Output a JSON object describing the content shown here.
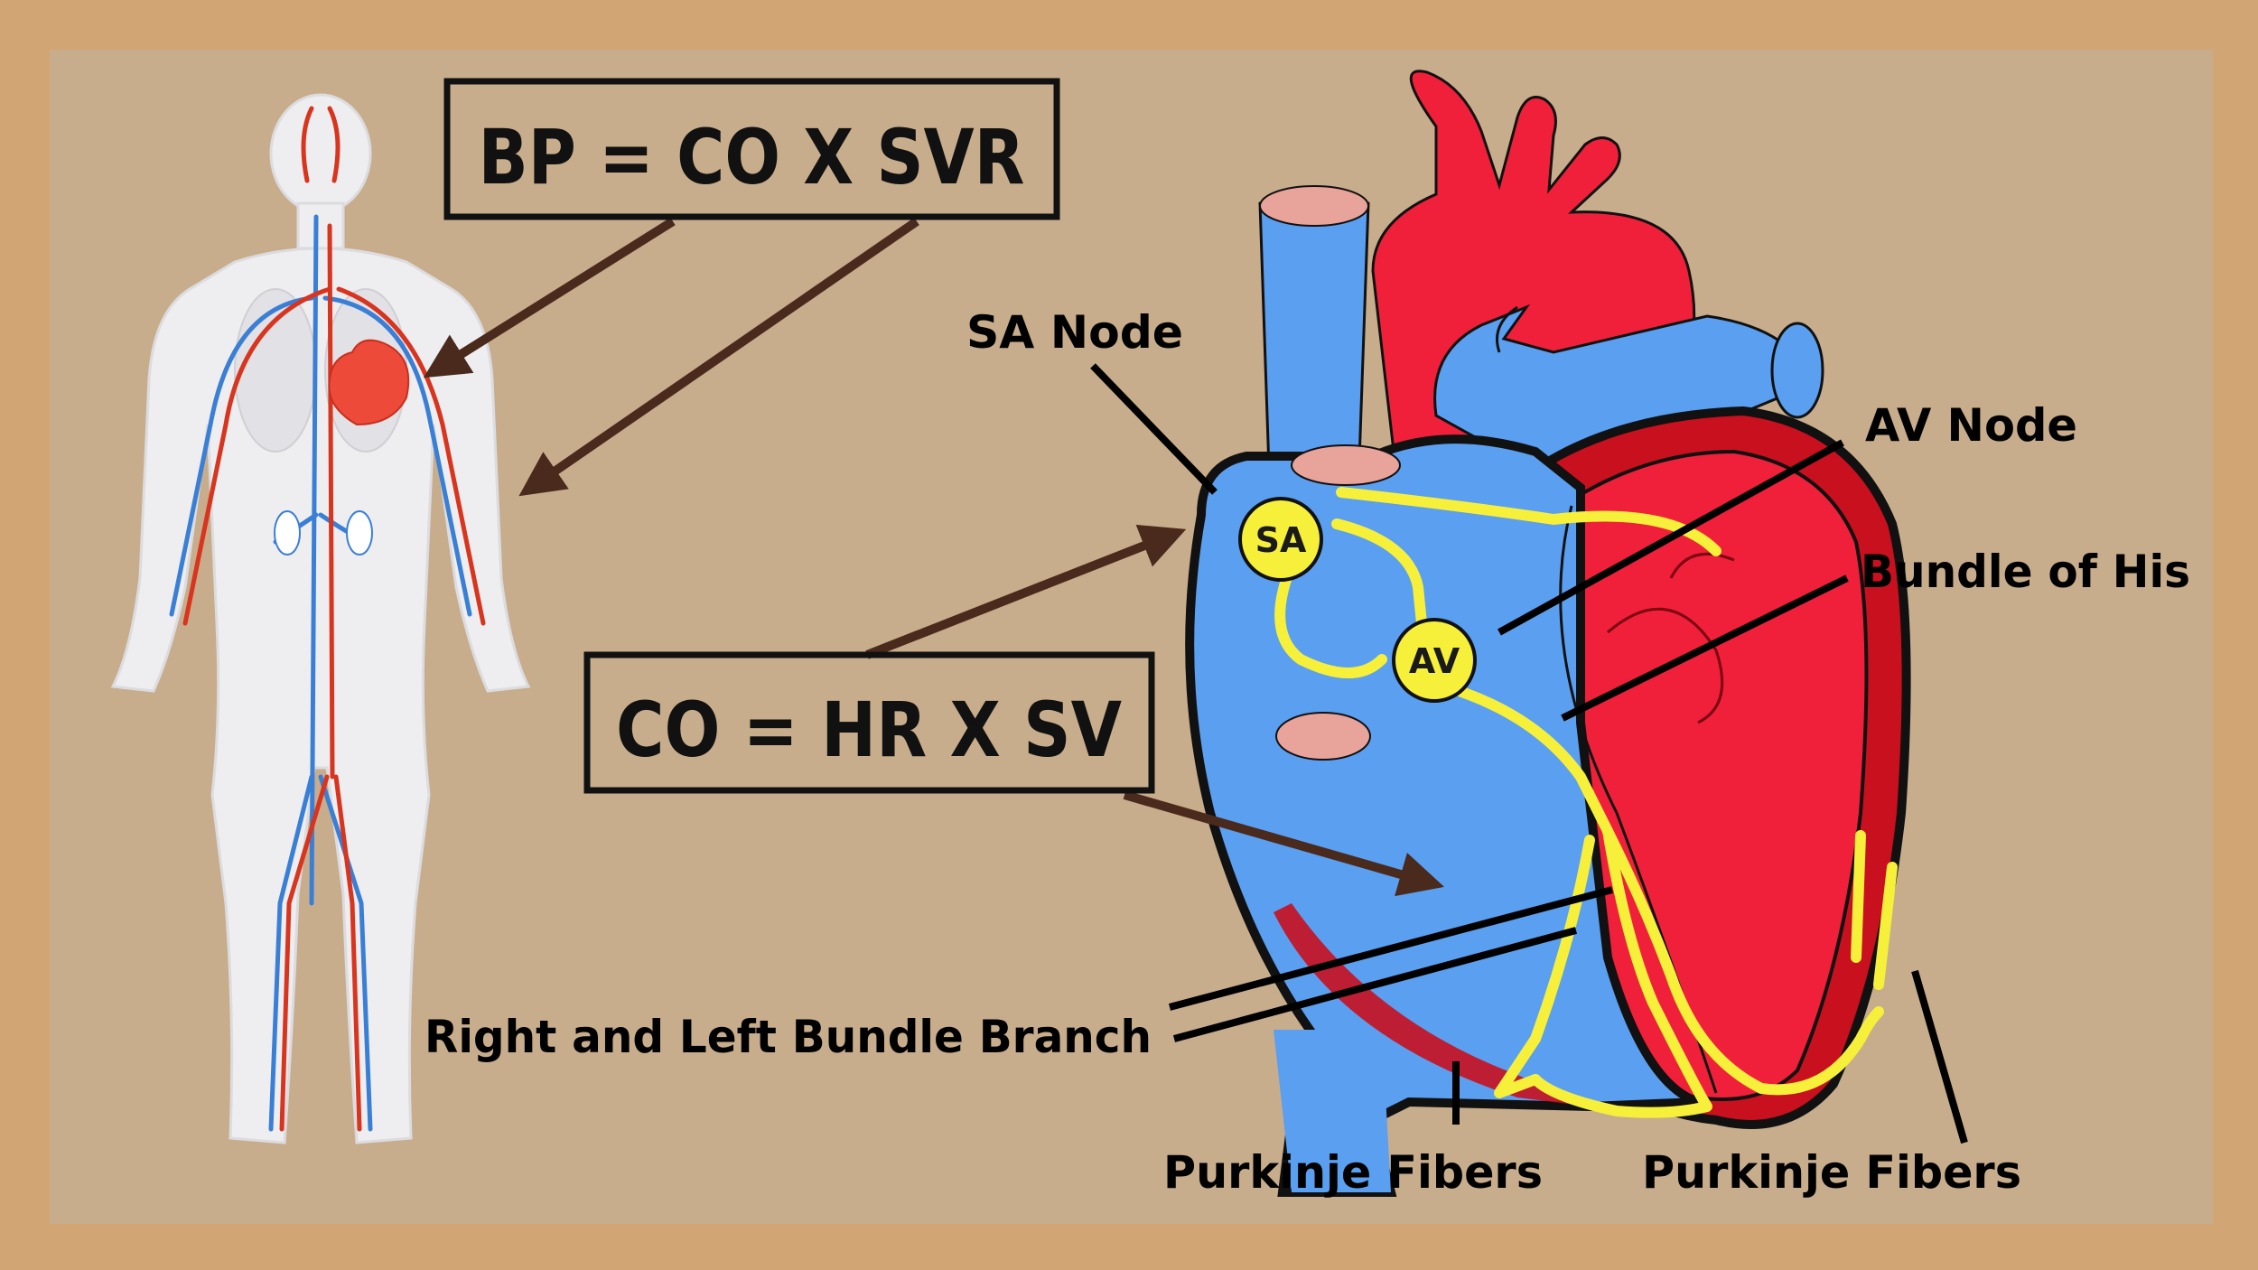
{
  "equations": {
    "bp": "BP = CO X SVR",
    "co": "CO = HR X SV"
  },
  "nodes": {
    "sa": "SA",
    "av": "AV"
  },
  "labels": {
    "sa_node": "SA Node",
    "av_node": "AV Node",
    "bundle_of_his": "Bundle of His",
    "bundle_branch": "Right and Left Bundle Branch",
    "purkinje_left": "Purkinje Fibers",
    "purkinje_right": "Purkinje Fibers"
  },
  "colors": {
    "paper": "#c8ad8c",
    "background": "#d2a574",
    "heart_red": "#f0203a",
    "heart_dark_red": "#c8101e",
    "heart_blue": "#5a9ff0",
    "conduction_yellow": "#f6f03a",
    "arrow_brown": "#4a2a1c",
    "vessel_pink": "#e8a39a"
  }
}
